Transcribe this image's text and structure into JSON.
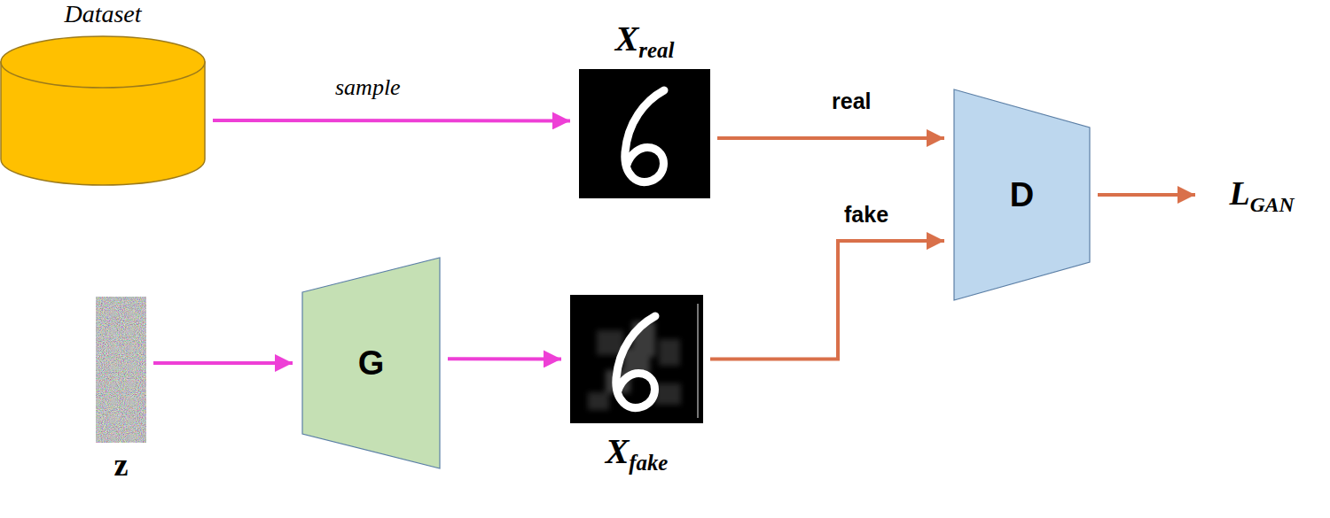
{
  "diagram": {
    "nodes": [
      {
        "text": [
          "Dataset"
        ]
      },
      {
        "text": [
          "Xreal"
        ]
      },
      {
        "text": [
          "D"
        ]
      },
      {
        "text": [
          "LGAN"
        ]
      },
      {
        "text": [
          "z"
        ]
      },
      {
        "text": [
          "G"
        ]
      },
      {
        "text": [
          "Xfake"
        ]
      }
    ],
    "edges": [
      {
        "from": 0,
        "to": 1,
        "arrow": "to",
        "label": "sample"
      },
      {
        "from": 1,
        "to": 2,
        "arrow": "to",
        "label": "real"
      },
      {
        "from": 6,
        "to": 2,
        "arrow": "to",
        "label": "fake"
      },
      {
        "from": 2,
        "to": 3,
        "arrow": "to"
      },
      {
        "from": 4,
        "to": 5,
        "arrow": "to"
      },
      {
        "from": 5,
        "to": 6,
        "arrow": "to"
      }
    ]
  }
}
